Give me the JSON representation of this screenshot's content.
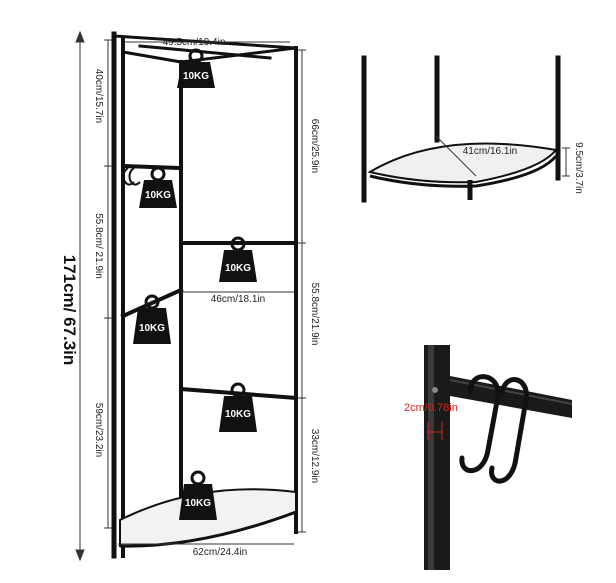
{
  "dimensions": {
    "total_height": "171cm/ 67.3in",
    "top_width": "49.5cm/19.4in",
    "top_section": "40cm/15.7in",
    "mid_left": "55.8cm/ 21.9in",
    "bottom_left": "59cm/23.2in",
    "right_top": "66cm/25.9in",
    "right_mid": "55.8cm/21.9in",
    "right_bottom": "33cm/12.9in",
    "mid_rod": "46cm/18.1in",
    "base_width": "62cm/24.4in",
    "shelf_diag": "41cm/16.1in",
    "shelf_height": "9.5cm/3.7in",
    "hook_gap": "2cm/0.78in"
  },
  "weights": {
    "w1": "10KG",
    "w2": "10KG",
    "w3": "10KG",
    "w4": "10KG",
    "w5": "10KG",
    "w6": "10KG"
  },
  "colors": {
    "frame": "#111111",
    "shelf": "#f2f2f2",
    "accent": "#e0201c"
  }
}
